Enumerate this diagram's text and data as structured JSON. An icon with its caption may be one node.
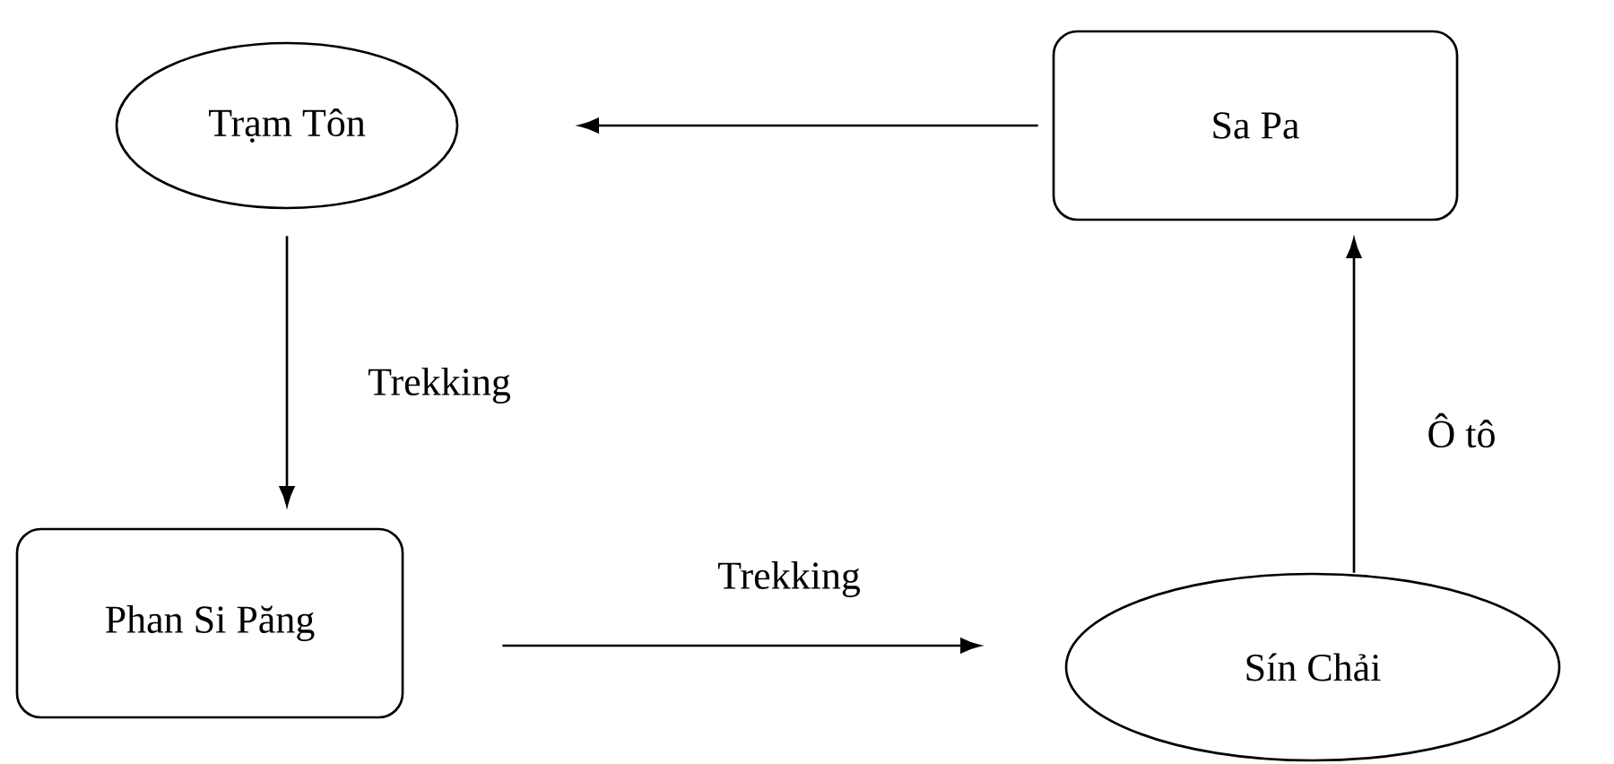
{
  "diagram": {
    "nodes": [
      {
        "text": [
          "Trạm Tôn"
        ]
      },
      {
        "text": [
          "Sa Pa"
        ]
      },
      {
        "text": [
          "Phan Si Păng"
        ]
      },
      {
        "text": [
          "Sín Chải"
        ]
      }
    ],
    "edges": [
      {
        "from": 1,
        "to": 0,
        "arrow": "to"
      },
      {
        "from": 0,
        "to": 2,
        "arrow": "to",
        "label": "Trekking"
      },
      {
        "from": 2,
        "to": 3,
        "arrow": "to",
        "label": "Trekking"
      },
      {
        "from": 3,
        "to": 1,
        "arrow": "to",
        "label": "Ô tô"
      }
    ]
  }
}
